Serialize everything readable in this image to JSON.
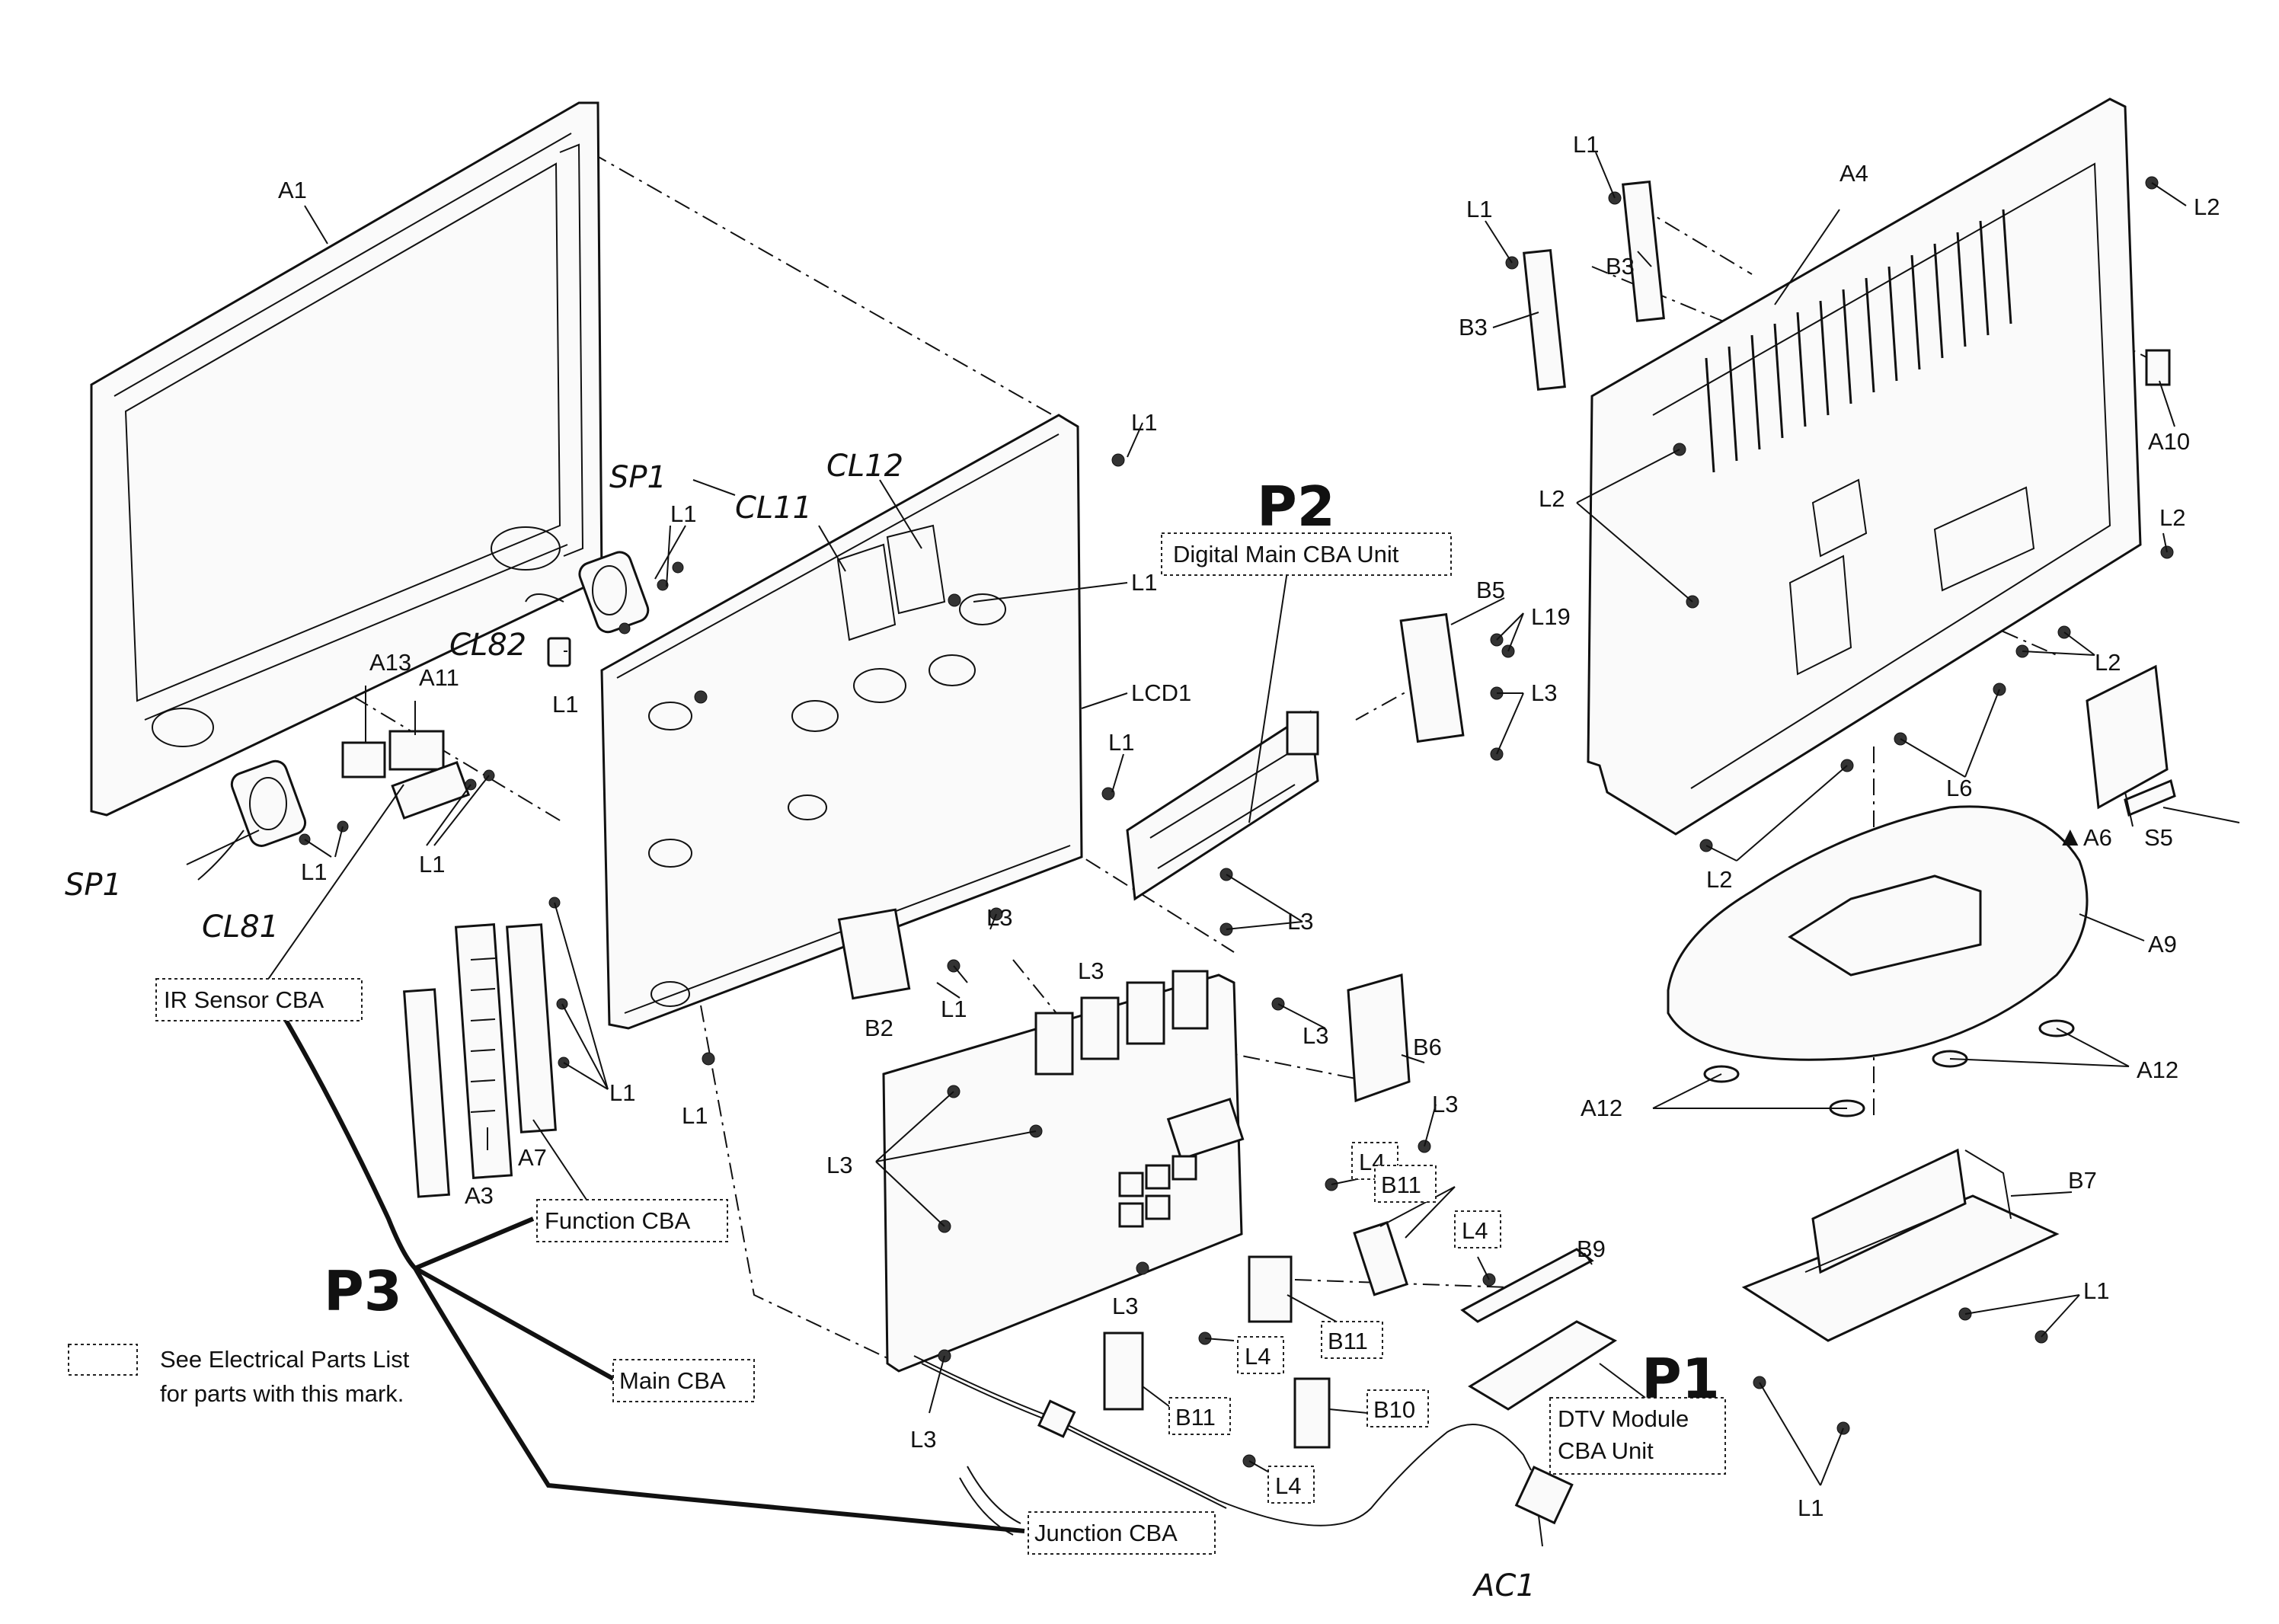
{
  "labels": {
    "A1": "A1",
    "A3": "A3",
    "A4": "A4",
    "A6": "A6",
    "A7": "A7",
    "A9": "A9",
    "A10": "A10",
    "A11": "A11",
    "A12": "A12",
    "A13": "A13",
    "B2": "B2",
    "B3": "B3",
    "B5": "B5",
    "B6": "B6",
    "B7": "B7",
    "B9": "B9",
    "B10": "B10",
    "B11": "B11",
    "L1": "L1",
    "L2": "L2",
    "L3": "L3",
    "L4": "L4",
    "L6": "L6",
    "L19": "L19",
    "S5": "S5",
    "LCD1": "LCD1",
    "SP1": "SP1",
    "CL81": "CL81",
    "CL82": "CL82",
    "CL11": "CL11",
    "CL12": "CL12",
    "AC1": "AC1",
    "P1": "P1",
    "P2": "P2",
    "P3": "P3"
  },
  "boxes": {
    "digital_main": "Digital Main CBA Unit",
    "ir_sensor": "IR Sensor CBA",
    "function_cba": "Function CBA",
    "main_cba": "Main CBA",
    "junction_cba": "Junction CBA",
    "dtv_module_line1": "DTV Module",
    "dtv_module_line2": "CBA Unit"
  },
  "legend": {
    "line1": "See Electrical Parts List",
    "line2": "for parts with this mark."
  },
  "warning_symbol": "▲"
}
